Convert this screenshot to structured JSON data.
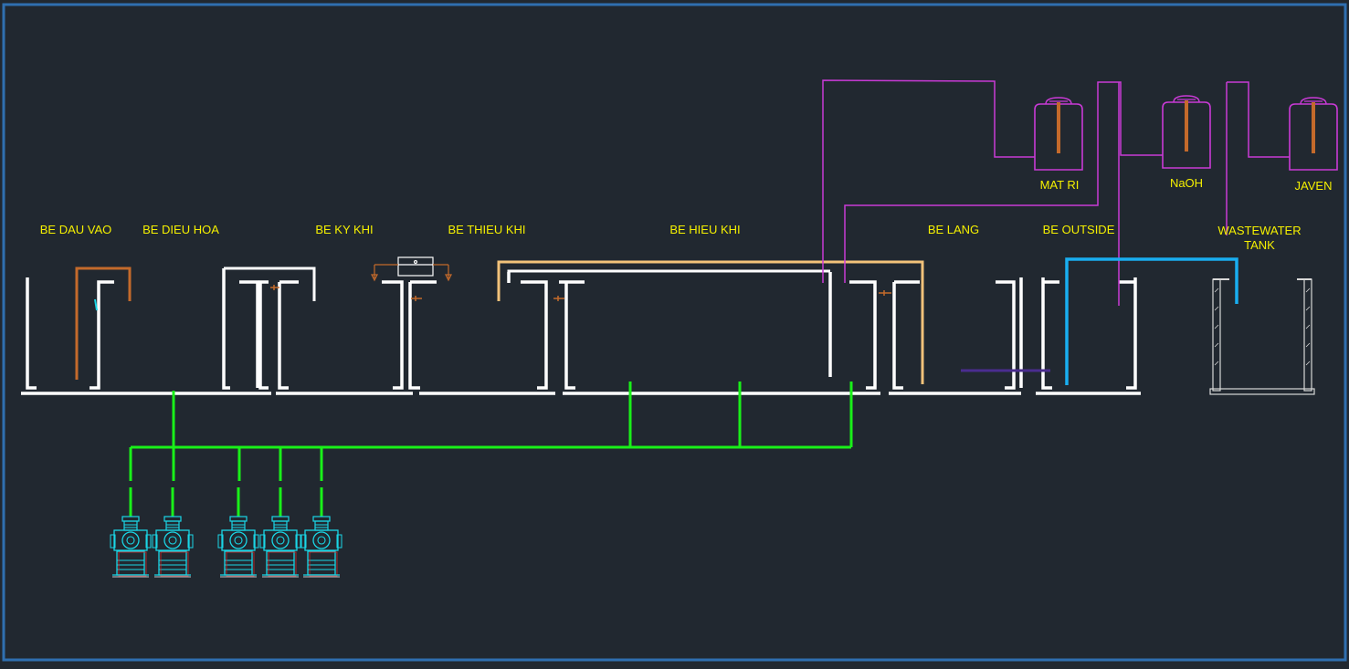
{
  "labels": {
    "be_dau_vao": "BE DAU VAO",
    "be_dieu_hoa": "BE DIEU HOA",
    "be_ky_khi": "BE KY KHI",
    "be_thieu_khi": "BE THIEU KHI",
    "be_hieu_khi": "BE HIEU KHI",
    "be_lang": "BE LANG",
    "be_outside": "BE OUTSIDE",
    "wastewater_line1": "WASTEWATER",
    "wastewater_line2": "TANK",
    "mat_ri": "MAT RI",
    "naoh": "NaOH",
    "javen": "JAVEN"
  },
  "colors": {
    "background": "#212830",
    "frame": "#2f6fb0",
    "label": "#f5f000",
    "wall": "#ffffff",
    "air_pipe": "#19f019",
    "chemical_pipe": "#c93ad6",
    "orange_pipe": "#c46a2b",
    "recirculation_pipe": "#f2c27a",
    "outlet_pipe": "#19aef0",
    "blower": "#1ad6e6"
  },
  "blower_count": 5
}
